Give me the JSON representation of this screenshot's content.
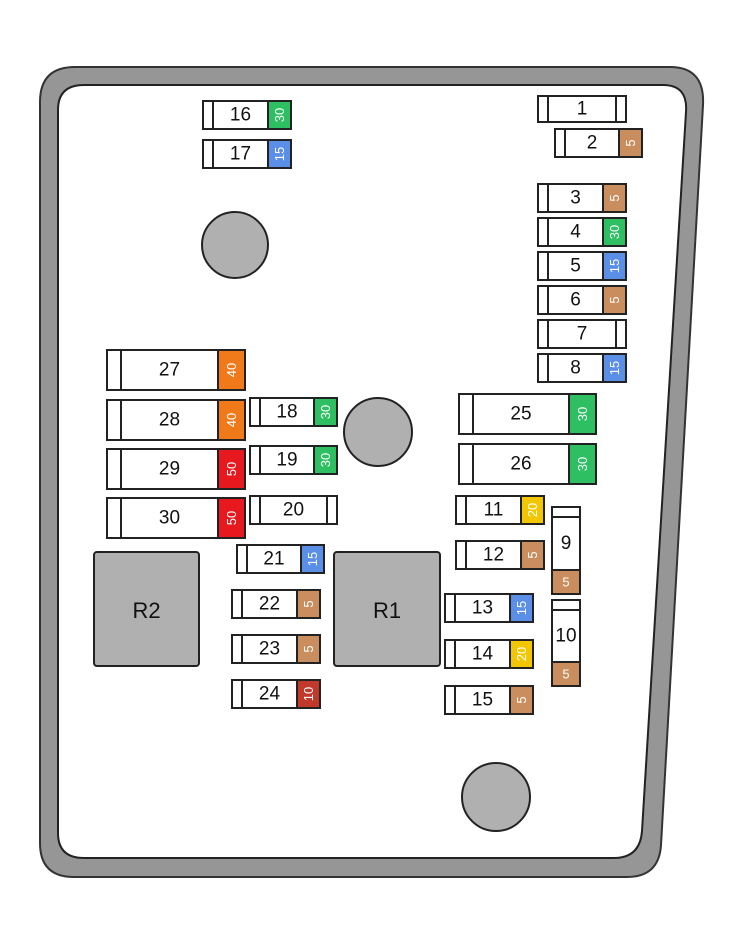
{
  "colors": {
    "outline": "#333333",
    "housing": "#969696",
    "panel": "#ffffff",
    "relay": "#b0b0b0",
    "hole": "#b0b0b0",
    "amp_5": "#c98d5e",
    "amp_10": "#c0392b",
    "amp_15": "#5b8ee6",
    "amp_20": "#f2c600",
    "amp_30": "#2ebf62",
    "amp_40": "#f07a1a",
    "amp_50": "#e8191e"
  },
  "fuses": [
    {
      "num": "1",
      "amp": ""
    },
    {
      "num": "2",
      "amp": "5"
    },
    {
      "num": "3",
      "amp": "5"
    },
    {
      "num": "4",
      "amp": "30"
    },
    {
      "num": "5",
      "amp": "15"
    },
    {
      "num": "6",
      "amp": "5"
    },
    {
      "num": "7",
      "amp": ""
    },
    {
      "num": "8",
      "amp": "15"
    },
    {
      "num": "9",
      "amp": "5"
    },
    {
      "num": "10",
      "amp": "5"
    },
    {
      "num": "11",
      "amp": "20"
    },
    {
      "num": "12",
      "amp": "5"
    },
    {
      "num": "13",
      "amp": "15"
    },
    {
      "num": "14",
      "amp": "20"
    },
    {
      "num": "15",
      "amp": "5"
    },
    {
      "num": "16",
      "amp": "30"
    },
    {
      "num": "17",
      "amp": "15"
    },
    {
      "num": "18",
      "amp": "30"
    },
    {
      "num": "19",
      "amp": "30"
    },
    {
      "num": "20",
      "amp": ""
    },
    {
      "num": "21",
      "amp": "15"
    },
    {
      "num": "22",
      "amp": "5"
    },
    {
      "num": "23",
      "amp": "5"
    },
    {
      "num": "24",
      "amp": "10"
    },
    {
      "num": "25",
      "amp": "30"
    },
    {
      "num": "26",
      "amp": "30"
    },
    {
      "num": "27",
      "amp": "40"
    },
    {
      "num": "28",
      "amp": "40"
    },
    {
      "num": "29",
      "amp": "50"
    },
    {
      "num": "30",
      "amp": "50"
    }
  ],
  "relays": [
    {
      "label": "R1"
    },
    {
      "label": "R2"
    }
  ]
}
